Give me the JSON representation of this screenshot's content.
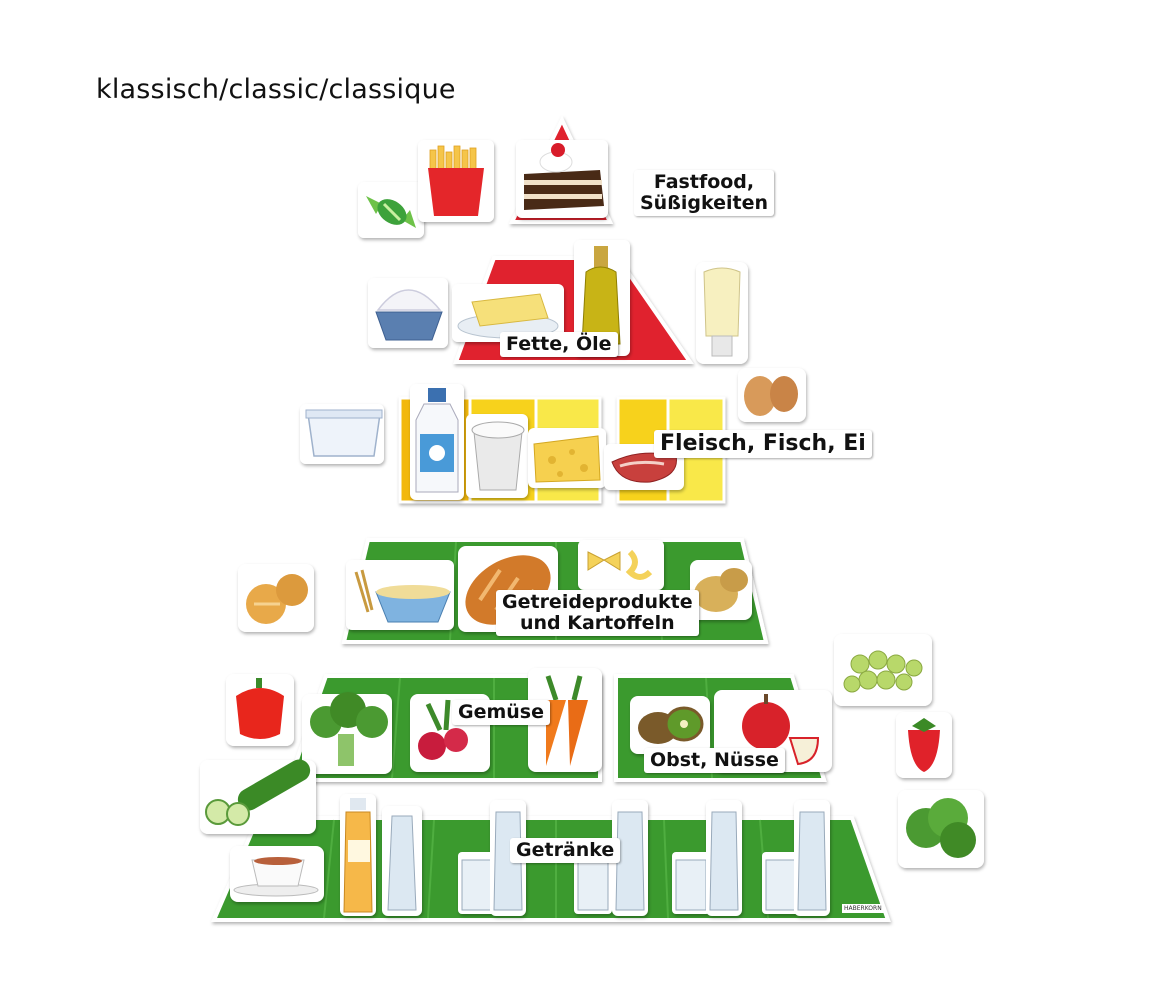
{
  "heading": "klassisch/classic/classique",
  "tiers": {
    "sweets": {
      "label_line1": "Fastfood,",
      "label_line2": "Süßigkeiten",
      "color": "#e0202f"
    },
    "fats": {
      "label": "Fette, Öle",
      "color": "#e0202f"
    },
    "protein": {
      "label": "Fleisch, Fisch, Ei",
      "colors": [
        "#f2b80f",
        "#f7d21a",
        "#f9e84a"
      ]
    },
    "grains": {
      "label_line1": "Getreideprodukte",
      "label_line2": "und Kartoffeln",
      "color": "#3a9a2e"
    },
    "vegetables": {
      "label": "Gemüse",
      "color": "#3a9a2e"
    },
    "fruit": {
      "label": "Obst, Nüsse",
      "color": "#3a9a2e"
    },
    "drinks": {
      "label": "Getränke",
      "color": "#3a9a2e"
    }
  },
  "brand_text": "HABERKORN",
  "food_items": [
    "candy-icon",
    "french-fries-icon",
    "cake-slice-icon",
    "whipped-cream-icon",
    "butter-icon",
    "oil-bottle-icon",
    "mayonnaise-icon",
    "yogurt-tub-icon",
    "milk-bottle-icon",
    "yogurt-cup-icon",
    "cheese-icon",
    "steak-icon",
    "eggs-icon",
    "bread-rolls-icon",
    "cereal-bowl-icon",
    "bread-loaf-icon",
    "pasta-icon",
    "potatoes-icon",
    "bell-pepper-icon",
    "broccoli-icon",
    "radish-icon",
    "carrots-icon",
    "cucumber-icon",
    "kiwi-icon",
    "apple-icon",
    "grapes-icon",
    "strawberry-icon",
    "lettuce-icon",
    "tea-cup-icon",
    "juice-bottle-icon",
    "water-bottle-icon"
  ]
}
